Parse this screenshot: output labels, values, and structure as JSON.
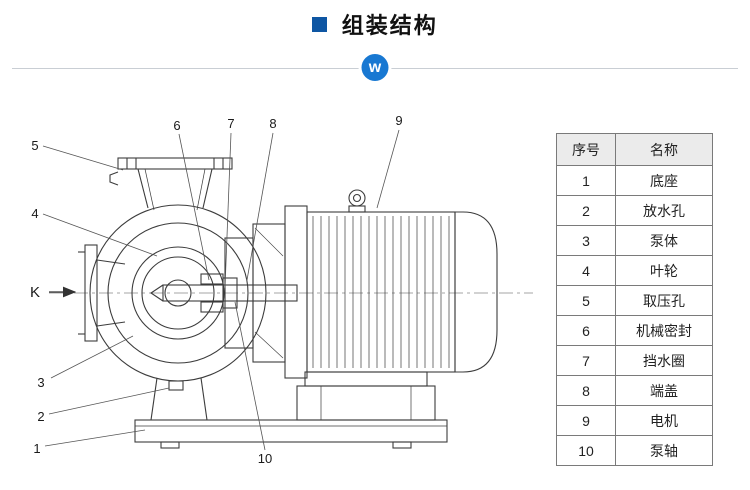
{
  "page": {
    "title": "组装结构",
    "badge_letter": "w"
  },
  "diagram": {
    "description_labels": "numbered part callouts on pump cross-section drawing",
    "callouts": [
      {
        "label": "5"
      },
      {
        "label": "4"
      },
      {
        "label": "K"
      },
      {
        "label": "3"
      },
      {
        "label": "2"
      },
      {
        "label": "1"
      },
      {
        "label": "6"
      },
      {
        "label": "7"
      },
      {
        "label": "8"
      },
      {
        "label": "9"
      },
      {
        "label": "10"
      }
    ]
  },
  "table": {
    "headers": {
      "num": "序号",
      "name": "名称"
    },
    "rows": [
      {
        "num": "1",
        "name": "底座"
      },
      {
        "num": "2",
        "name": "放水孔"
      },
      {
        "num": "3",
        "name": "泵体"
      },
      {
        "num": "4",
        "name": "叶轮"
      },
      {
        "num": "5",
        "name": "取压孔"
      },
      {
        "num": "6",
        "name": "机械密封"
      },
      {
        "num": "7",
        "name": "挡水圈"
      },
      {
        "num": "8",
        "name": "端盖"
      },
      {
        "num": "9",
        "name": "电机"
      },
      {
        "num": "10",
        "name": "泵轴"
      }
    ]
  },
  "colors": {
    "title_square": "#0e56a3",
    "badge_blue": "#1878d2",
    "drawing_line": "#3c3c3c",
    "table_border": "#7a7a7a",
    "table_header_bg": "#ebebeb"
  }
}
